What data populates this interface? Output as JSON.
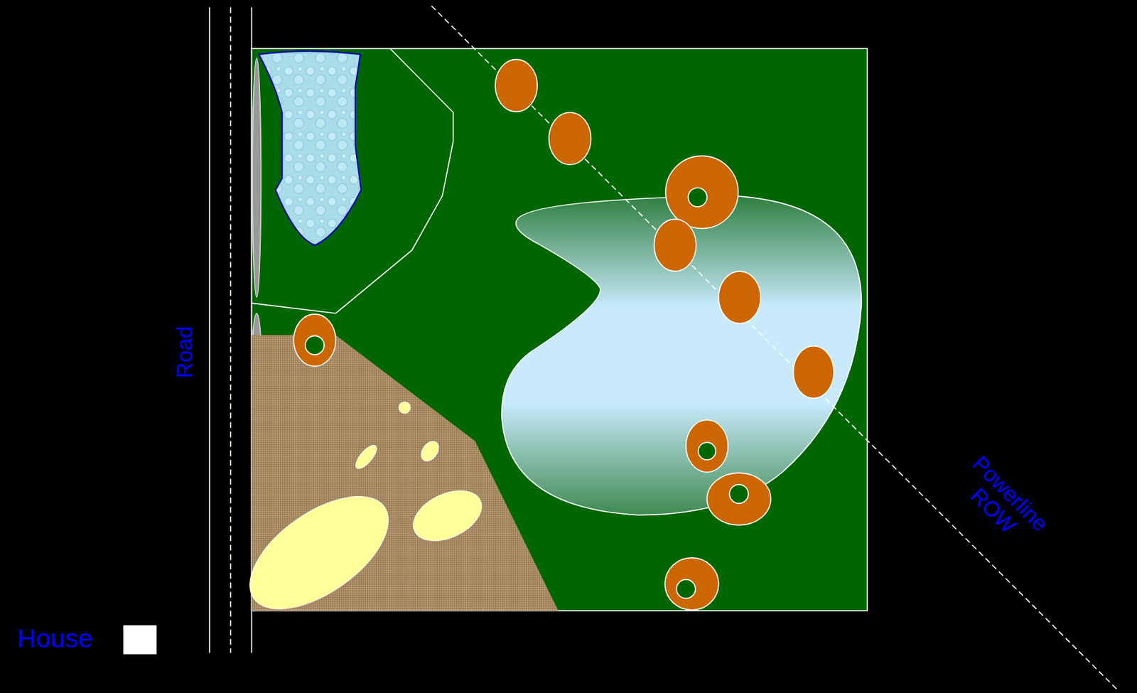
{
  "diagram": {
    "labels": [
      "Road",
      "House",
      "Powerline ROW"
    ]
  }
}
